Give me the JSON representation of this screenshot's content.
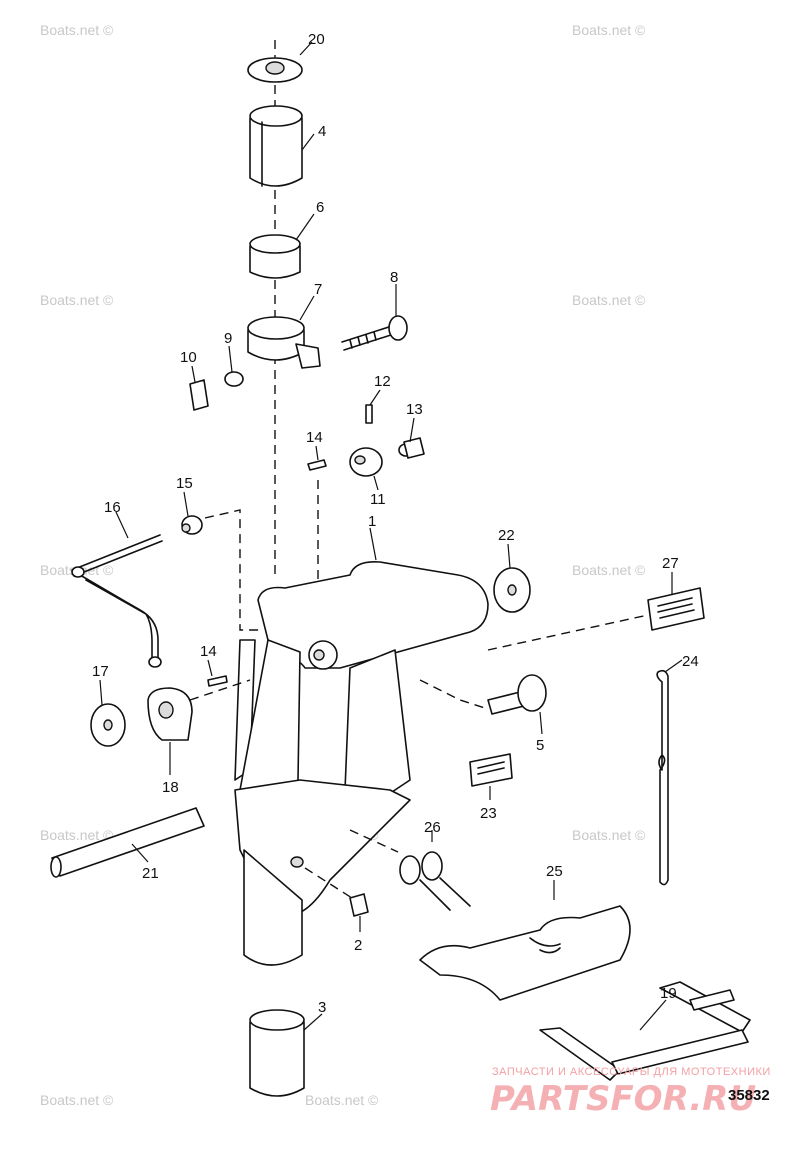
{
  "watermark": "Boats.net ©",
  "parts": [
    "1",
    "2",
    "3",
    "4",
    "5",
    "6",
    "7",
    "8",
    "9",
    "10",
    "11",
    "12",
    "13",
    "14",
    "14",
    "15",
    "16",
    "17",
    "18",
    "19",
    "20",
    "21",
    "22",
    "23",
    "24",
    "25",
    "26",
    "27"
  ],
  "figure_number": "35832",
  "brand": {
    "tagline": "ЗАПЧАСТИ И АКСЕССУАРЫ ДЛЯ МОТОТЕХНИКИ",
    "name": "PARTSFOR.RU"
  }
}
